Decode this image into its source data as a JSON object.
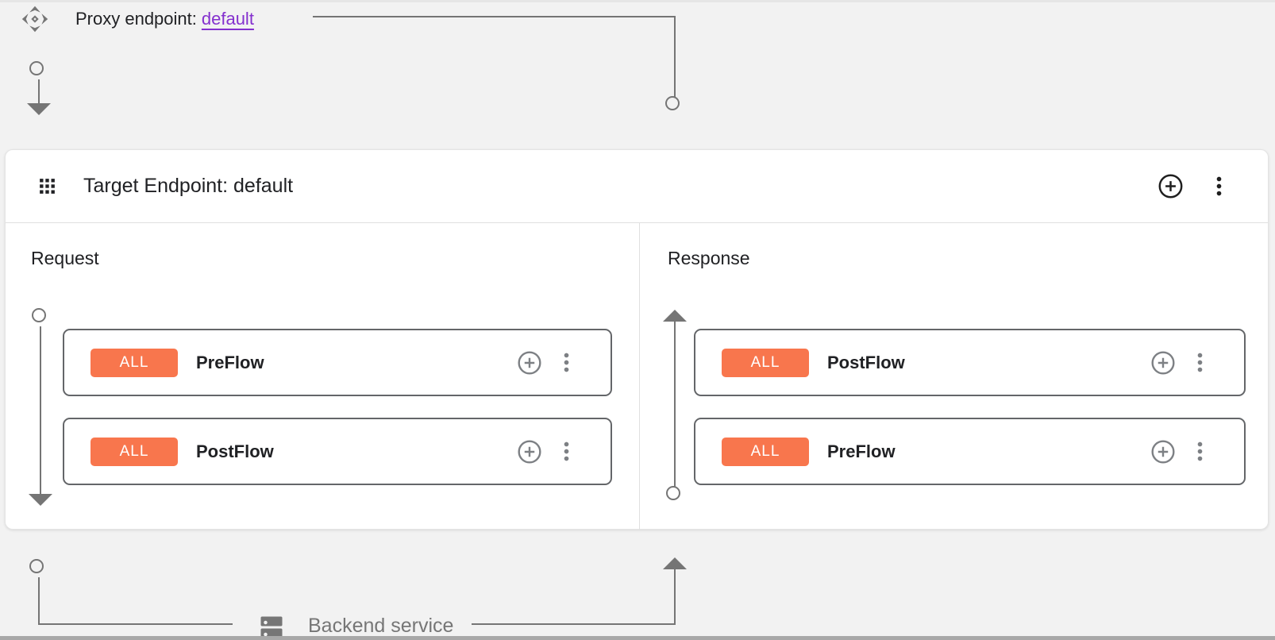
{
  "colors": {
    "background": "#f2f2f2",
    "accent_orange": "#f8764d",
    "link_purple": "#8430ce",
    "connector_gray": "#757575",
    "text_primary": "#202124",
    "text_secondary": "#767676"
  },
  "proxy_endpoint": {
    "label": "Proxy endpoint:",
    "link": "default",
    "icon": "proxy-endpoint-icon"
  },
  "target_endpoint": {
    "title": "Target Endpoint: default",
    "icon": "grid-icon",
    "actions": [
      {
        "icon": "add-circle-icon",
        "name": "add"
      },
      {
        "icon": "three-dot-menu-icon",
        "name": "more options"
      }
    ],
    "columns": [
      {
        "title": "Request",
        "direction": "down",
        "flows": [
          {
            "badge": "ALL",
            "name": "PreFlow"
          },
          {
            "badge": "ALL",
            "name": "PostFlow"
          }
        ]
      },
      {
        "title": "Response",
        "direction": "up",
        "flows": [
          {
            "badge": "ALL",
            "name": "PostFlow"
          },
          {
            "badge": "ALL",
            "name": "PreFlow"
          }
        ]
      }
    ]
  },
  "backend": {
    "label": "Backend service",
    "icon": "backend-service-icon"
  }
}
